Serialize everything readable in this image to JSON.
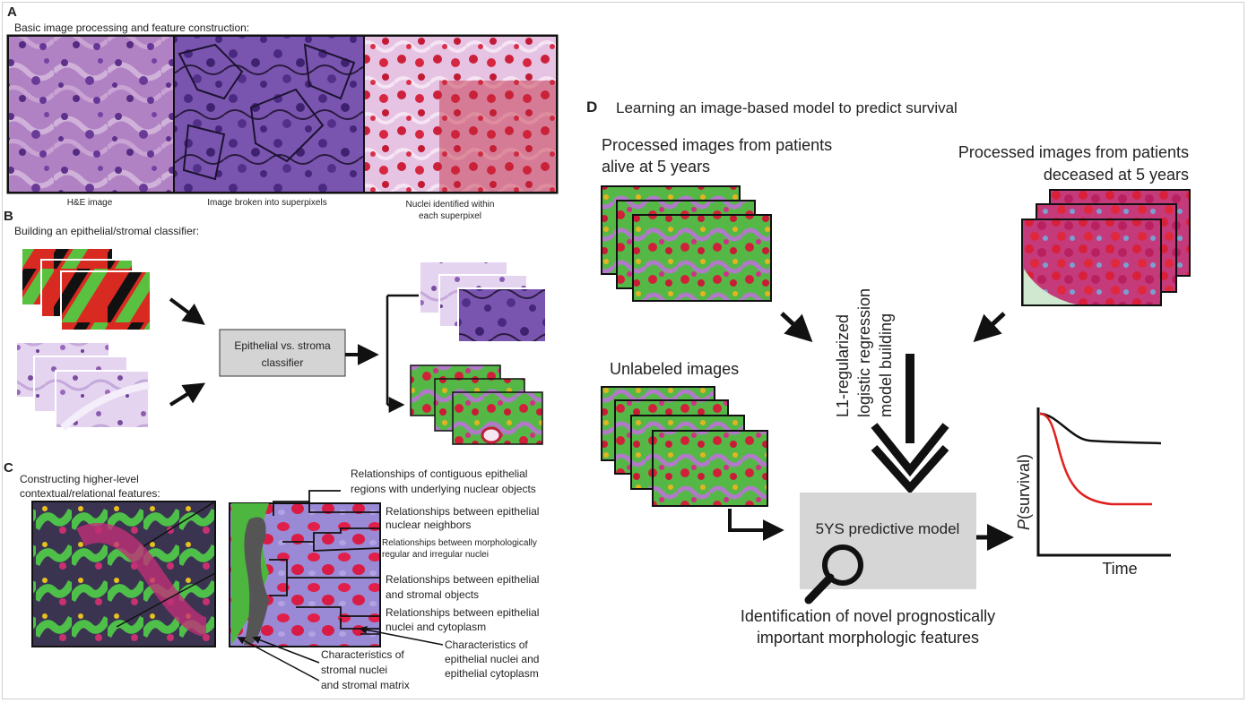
{
  "panel_a": {
    "letter": "A",
    "title": "Basic image processing and feature construction:",
    "captions": [
      "H&E image",
      "Image broken into superpixels",
      "Nuclei identified within",
      "each superpixel"
    ]
  },
  "panel_b": {
    "letter": "B",
    "title": "Building an epithelial/stromal classifier:",
    "classifier_line1": "Epithelial vs. stroma",
    "classifier_line2": "classifier"
  },
  "panel_c": {
    "letter": "C",
    "title_line1": "Constructing higher-level",
    "title_line2": "contextual/relational features:",
    "labels": [
      "Relationships of contiguous epithelial",
      "regions with underlying nuclear objects",
      "Relationships between epithelial",
      "nuclear neighbors",
      "Relationships between morphologically",
      "regular and irregular nuclei",
      "Relationships between epithelial",
      "and stromal objects",
      "Relationships between epithelial",
      "nuclei and cytoplasm",
      "Characteristics of",
      "epithelial nuclei and",
      "epithelial cytoplasm",
      "Characteristics of",
      "stromal nuclei",
      "and stromal matrix"
    ]
  },
  "panel_d": {
    "letter": "D",
    "title": "Learning an image-based model to predict survival",
    "alive_line1": "Processed images from patients",
    "alive_line2": "alive at 5 years",
    "dead_line1": "Processed images from patients",
    "dead_line2": "deceased at 5 years",
    "unlabeled": "Unlabeled images",
    "model_building_line1": "L1-regularized",
    "model_building_line2": "logistic regression",
    "model_building_line3": "model building",
    "model_label": "5YS predictive model",
    "identification_line1": "Identification of novel prognostically",
    "identification_line2": "important morphologic features",
    "ylabel_italic": "P",
    "ylabel_rest": "(survival)",
    "xlabel": "Time"
  },
  "colors": {
    "he_purple": "#8a5aa8",
    "he_pink": "#d9a6d2",
    "nuclei_red": "#d0203a",
    "stroma_green": "#4caf3c",
    "classifier_gray": "#d4d4d4",
    "curve_red": "#e0201c",
    "curve_black": "#111111"
  }
}
